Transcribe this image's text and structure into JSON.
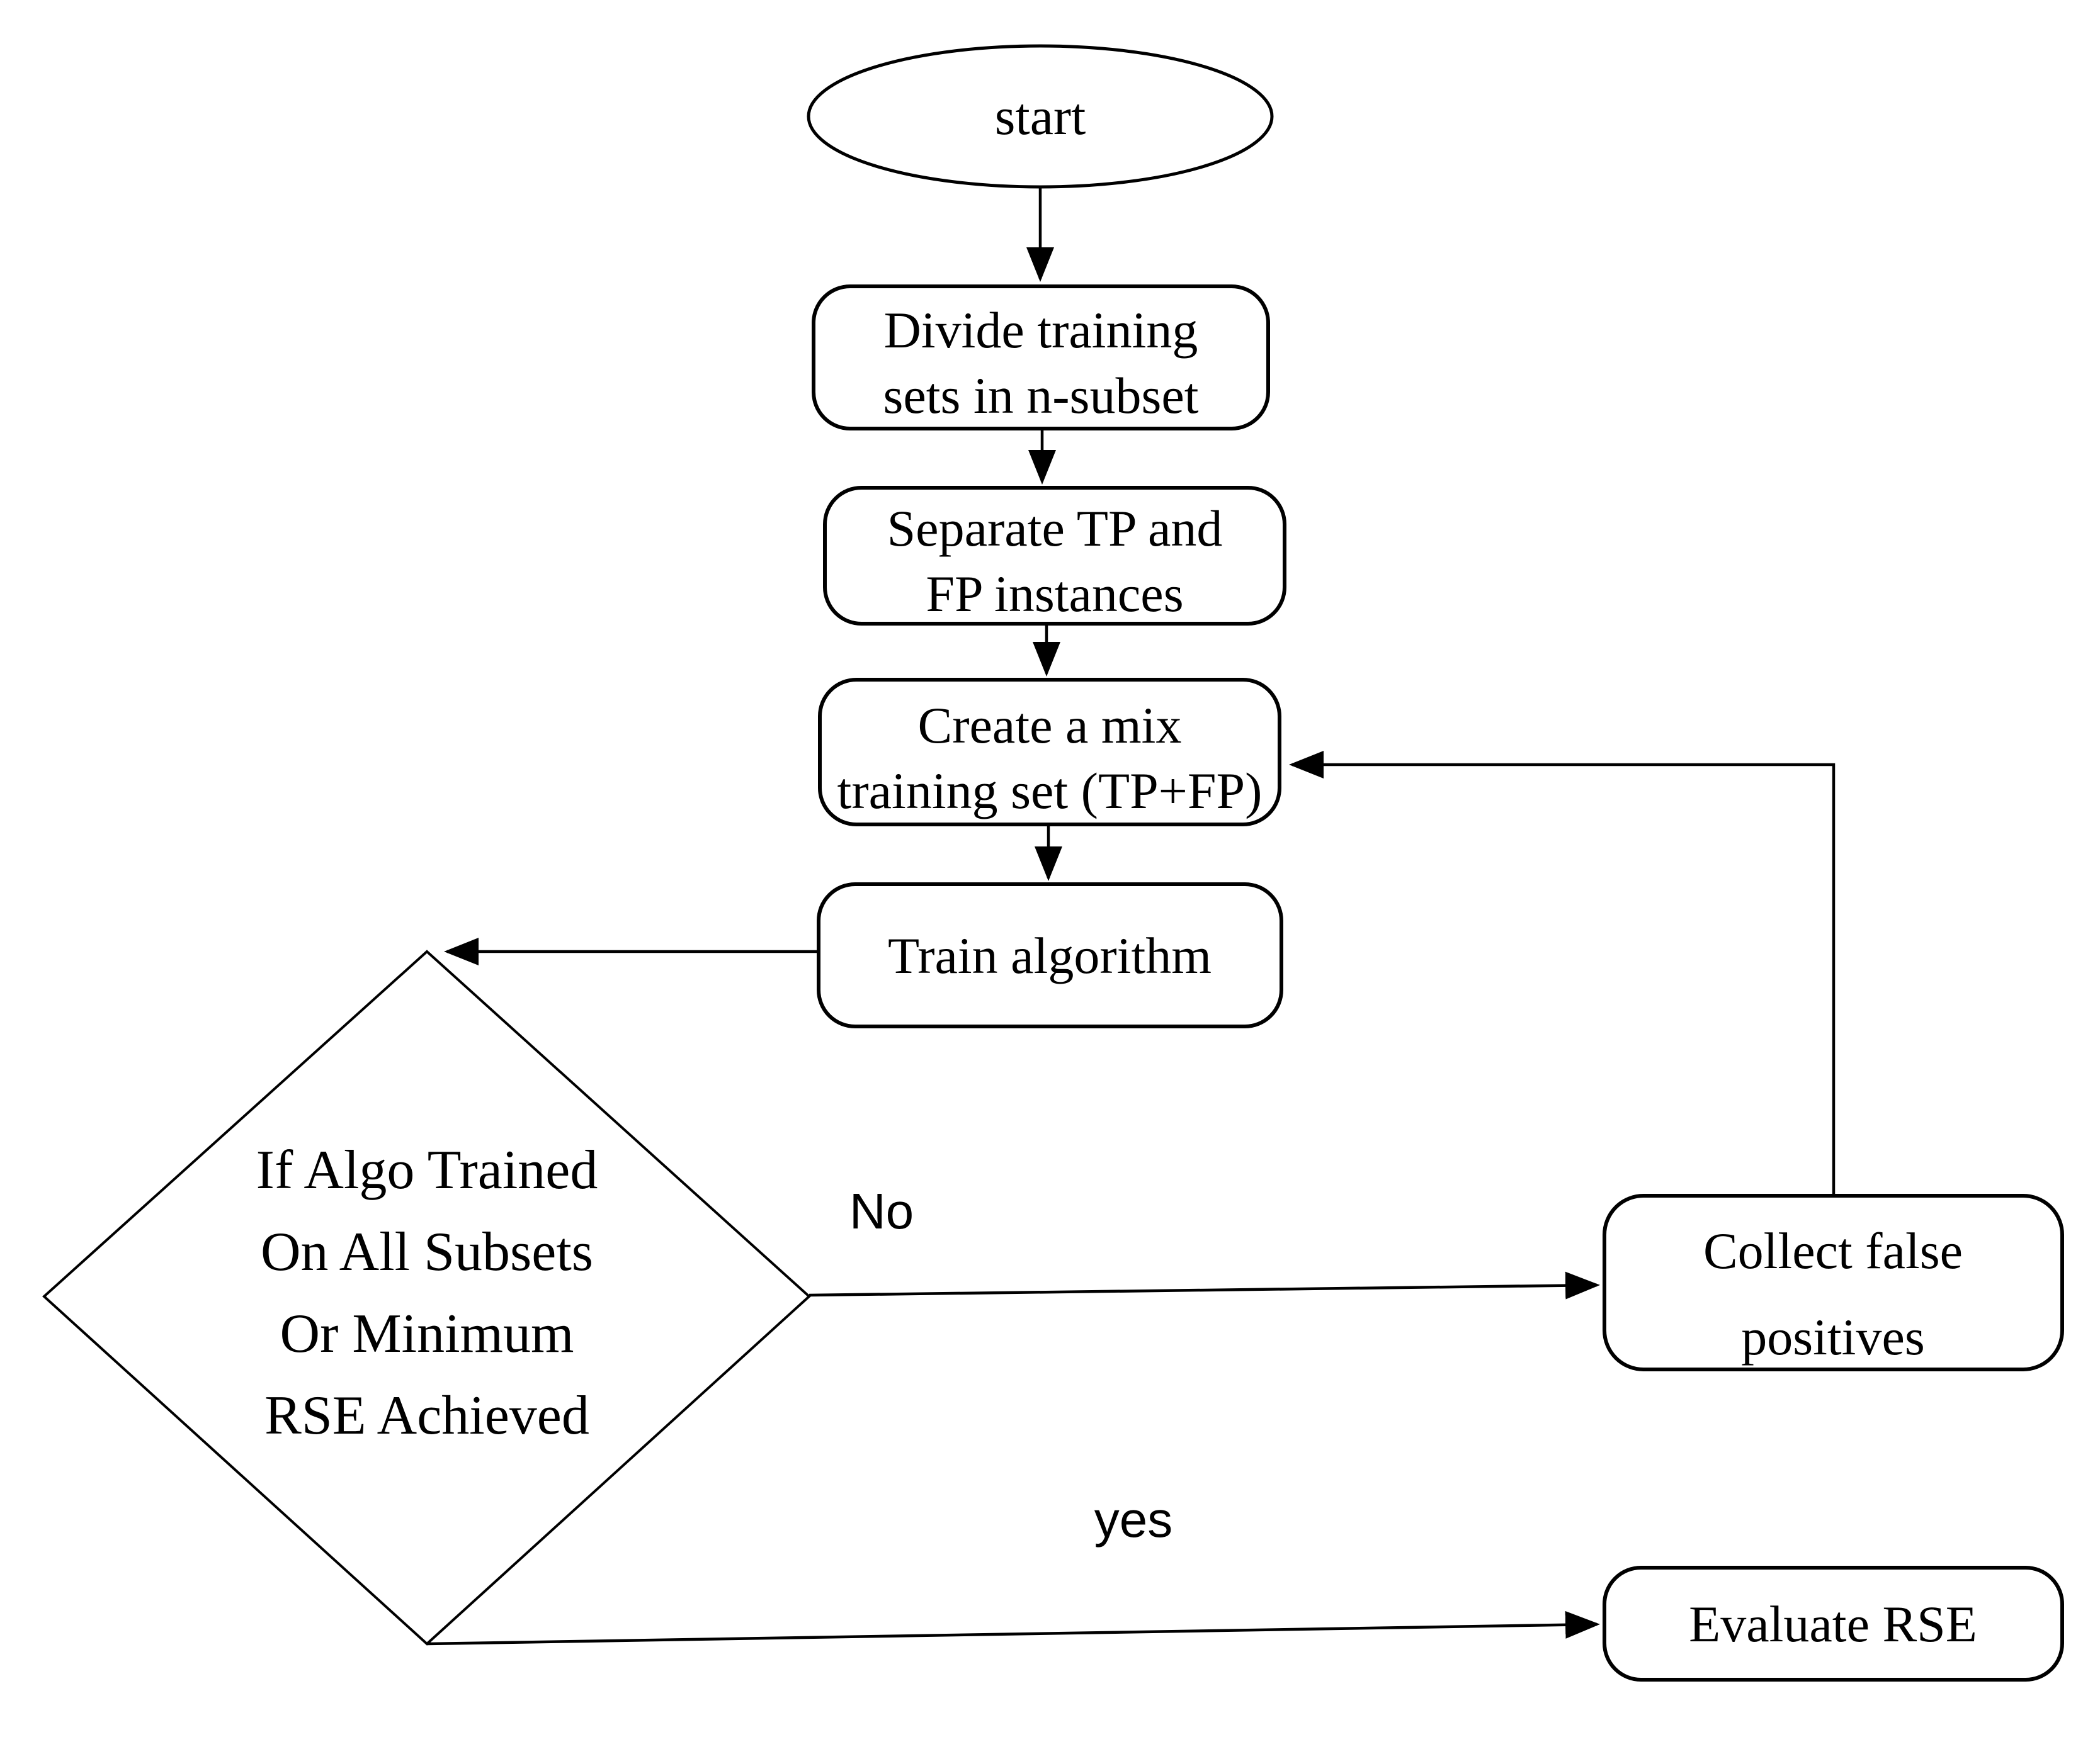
{
  "colors": {
    "ink": "#000000",
    "background": "#ffffff"
  },
  "flow": {
    "nodes": {
      "start": {
        "shape": "ellipse",
        "lines": [
          "start"
        ]
      },
      "divide": {
        "shape": "rounded-rect",
        "lines": [
          "Divide training",
          "sets in n-subset"
        ]
      },
      "separate": {
        "shape": "rounded-rect",
        "lines": [
          "Separate TP and",
          "FP instances"
        ]
      },
      "mix": {
        "shape": "rounded-rect",
        "lines": [
          "Create a mix",
          "training set (TP+FP)"
        ]
      },
      "train": {
        "shape": "rounded-rect",
        "lines": [
          "Train algorithm"
        ]
      },
      "decision": {
        "shape": "diamond",
        "lines": [
          "If Algo Trained",
          "On All Subsets",
          "Or Minimum",
          "RSE Achieved"
        ]
      },
      "collect": {
        "shape": "rounded-rect",
        "lines": [
          "Collect false",
          "positives"
        ]
      },
      "evaluate": {
        "shape": "rounded-rect",
        "lines": [
          "Evaluate RSE"
        ]
      }
    },
    "edges": [
      {
        "from": "start",
        "to": "divide",
        "label": ""
      },
      {
        "from": "divide",
        "to": "separate",
        "label": ""
      },
      {
        "from": "separate",
        "to": "mix",
        "label": ""
      },
      {
        "from": "mix",
        "to": "train",
        "label": ""
      },
      {
        "from": "train",
        "to": "decision",
        "label": ""
      },
      {
        "from": "decision",
        "to": "collect",
        "label": "No"
      },
      {
        "from": "collect",
        "to": "mix",
        "label": ""
      },
      {
        "from": "decision",
        "to": "evaluate",
        "label": "yes"
      }
    ]
  }
}
